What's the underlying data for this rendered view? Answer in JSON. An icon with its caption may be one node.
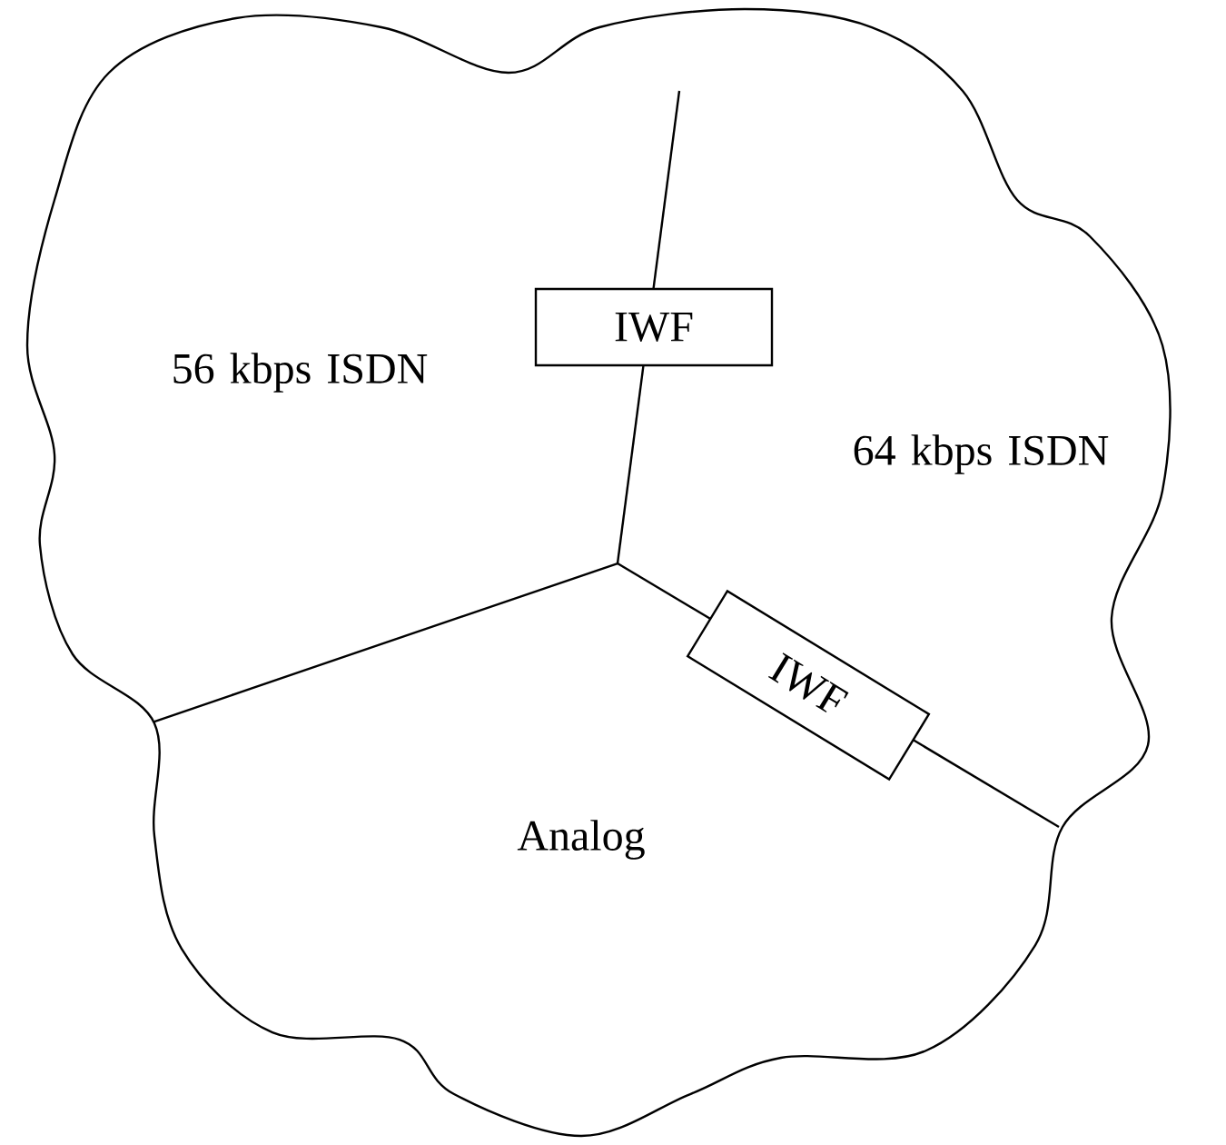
{
  "diagram": {
    "nodes": [
      {
        "text": [
          "56 kbps ISDN"
        ]
      },
      {
        "text": [
          "64 kbps ISDN"
        ]
      },
      {
        "text": [
          "Analog"
        ]
      },
      {
        "text": [
          "IWF"
        ]
      },
      {
        "text": [
          "IWF"
        ]
      }
    ]
  }
}
